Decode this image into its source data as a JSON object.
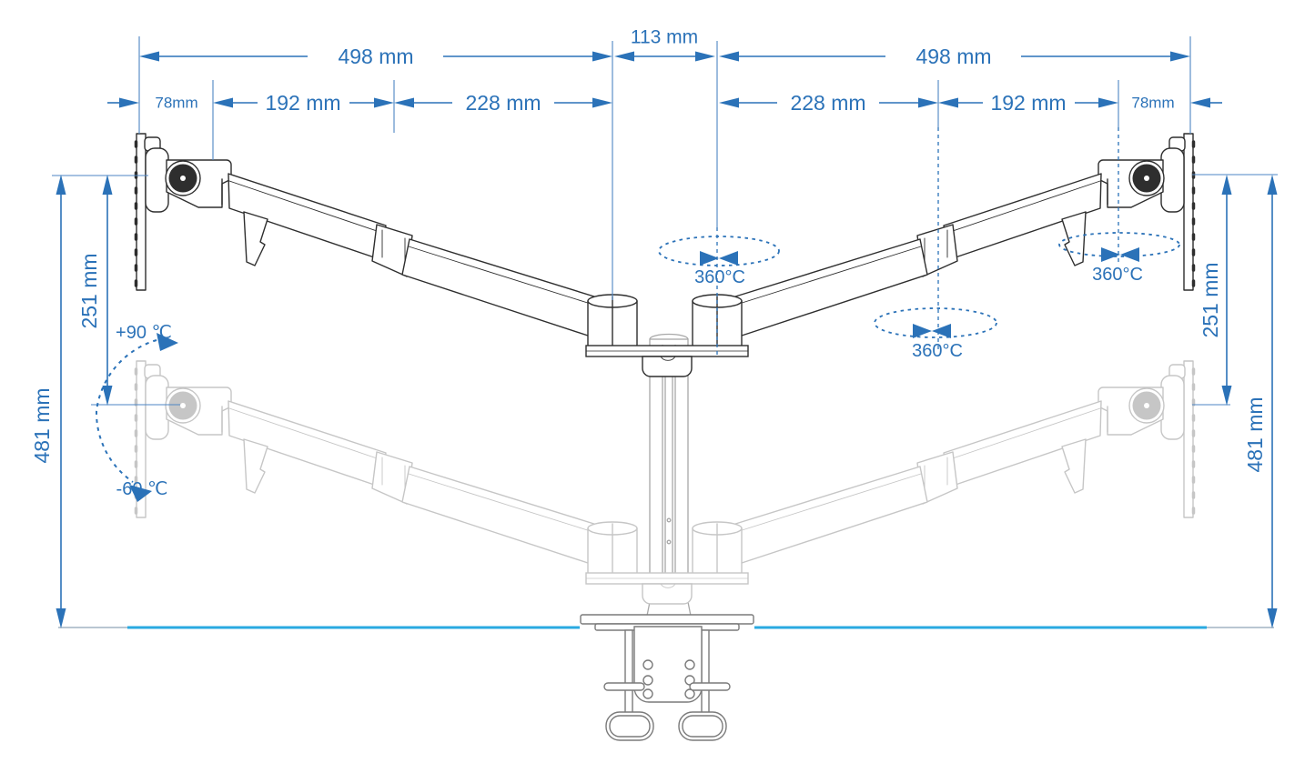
{
  "diagram": {
    "type": "technical-dimension-drawing",
    "subject": "dual-monitor-desk-mount-arm-side-elevation",
    "colors": {
      "dimension_blue": "#2b72b8",
      "desk_line_cyan": "#29a9e1",
      "drawing_dark": "#2e2e2e",
      "ghost_gray": "#c6c6c6",
      "clamp_gray": "#7a7a7a"
    },
    "dims": {
      "row1_left": "498 mm",
      "row1_center": "113 mm",
      "row1_right": "498 mm",
      "row2_l_offset": "78mm",
      "row2_l_arm": "192 mm",
      "row2_l_forearm": "228 mm",
      "row2_r_forearm": "228 mm",
      "row2_r_arm": "192 mm",
      "row2_r_offset": "78mm",
      "v_left_inner": "251 mm",
      "v_left_outer": "481 mm",
      "v_right_inner": "251 mm",
      "v_right_outer": "481 mm"
    },
    "rotation": {
      "shoulder": "360°C",
      "elbow": "360°C",
      "head": "360°C"
    },
    "tilt": {
      "up": "+90 ℃",
      "down": "-60 ℃"
    }
  }
}
